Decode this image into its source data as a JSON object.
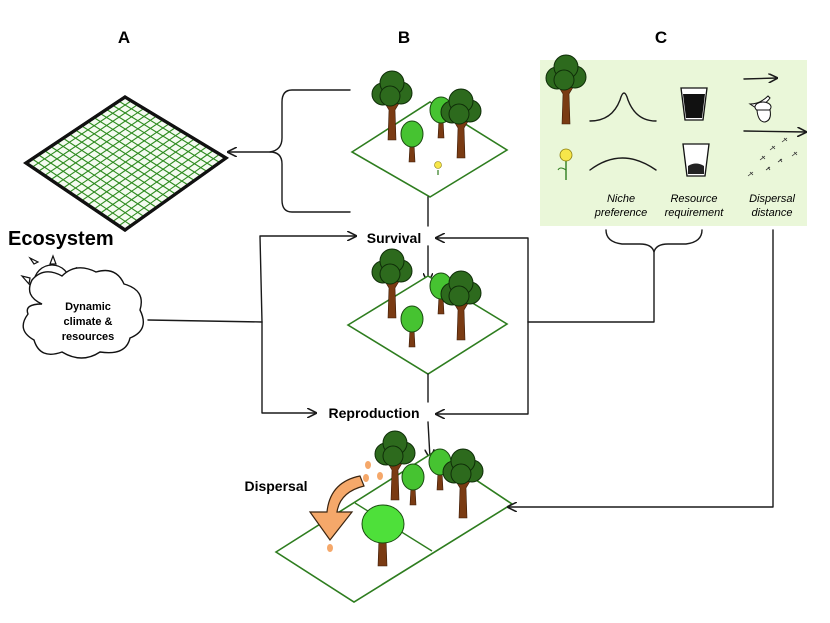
{
  "panels": {
    "a": "A",
    "b": "B",
    "c": "C"
  },
  "ecosystem_label": "Ecosystem",
  "cloud_label": [
    "Dynamic",
    "climate &",
    "resources"
  ],
  "stages": {
    "survival": "Survival",
    "reproduction": "Reproduction",
    "dispersal": "Dispersal"
  },
  "traits": {
    "niche": [
      "Niche",
      "preference"
    ],
    "resource": [
      "Resource",
      "requirement"
    ],
    "dispersal": [
      "Dispersal",
      "distance"
    ]
  },
  "colors": {
    "green_dark": "#2d6a1d",
    "green_light": "#46c331",
    "trunk": "#7a3b13",
    "panel_c_bg": "#eaf7d9",
    "arrow_orange": "#f5a86a",
    "flower_yellow": "#f7e64a",
    "grid_green": "#2e8b1f"
  }
}
